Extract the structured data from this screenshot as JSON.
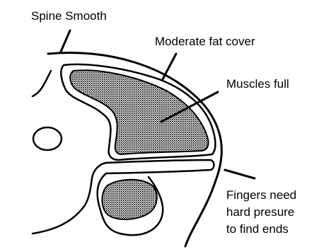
{
  "labels": {
    "spine": "Spine Smooth",
    "fat": "Moderate fat cover",
    "muscles": "Muscles full",
    "fingers_line1": "Fingers need",
    "fingers_line2": "hard presure",
    "fingers_line3": "to find ends"
  },
  "colors": {
    "ink": "#000000",
    "background": "#ffffff",
    "muscle_fill": "#9a9a9a"
  }
}
